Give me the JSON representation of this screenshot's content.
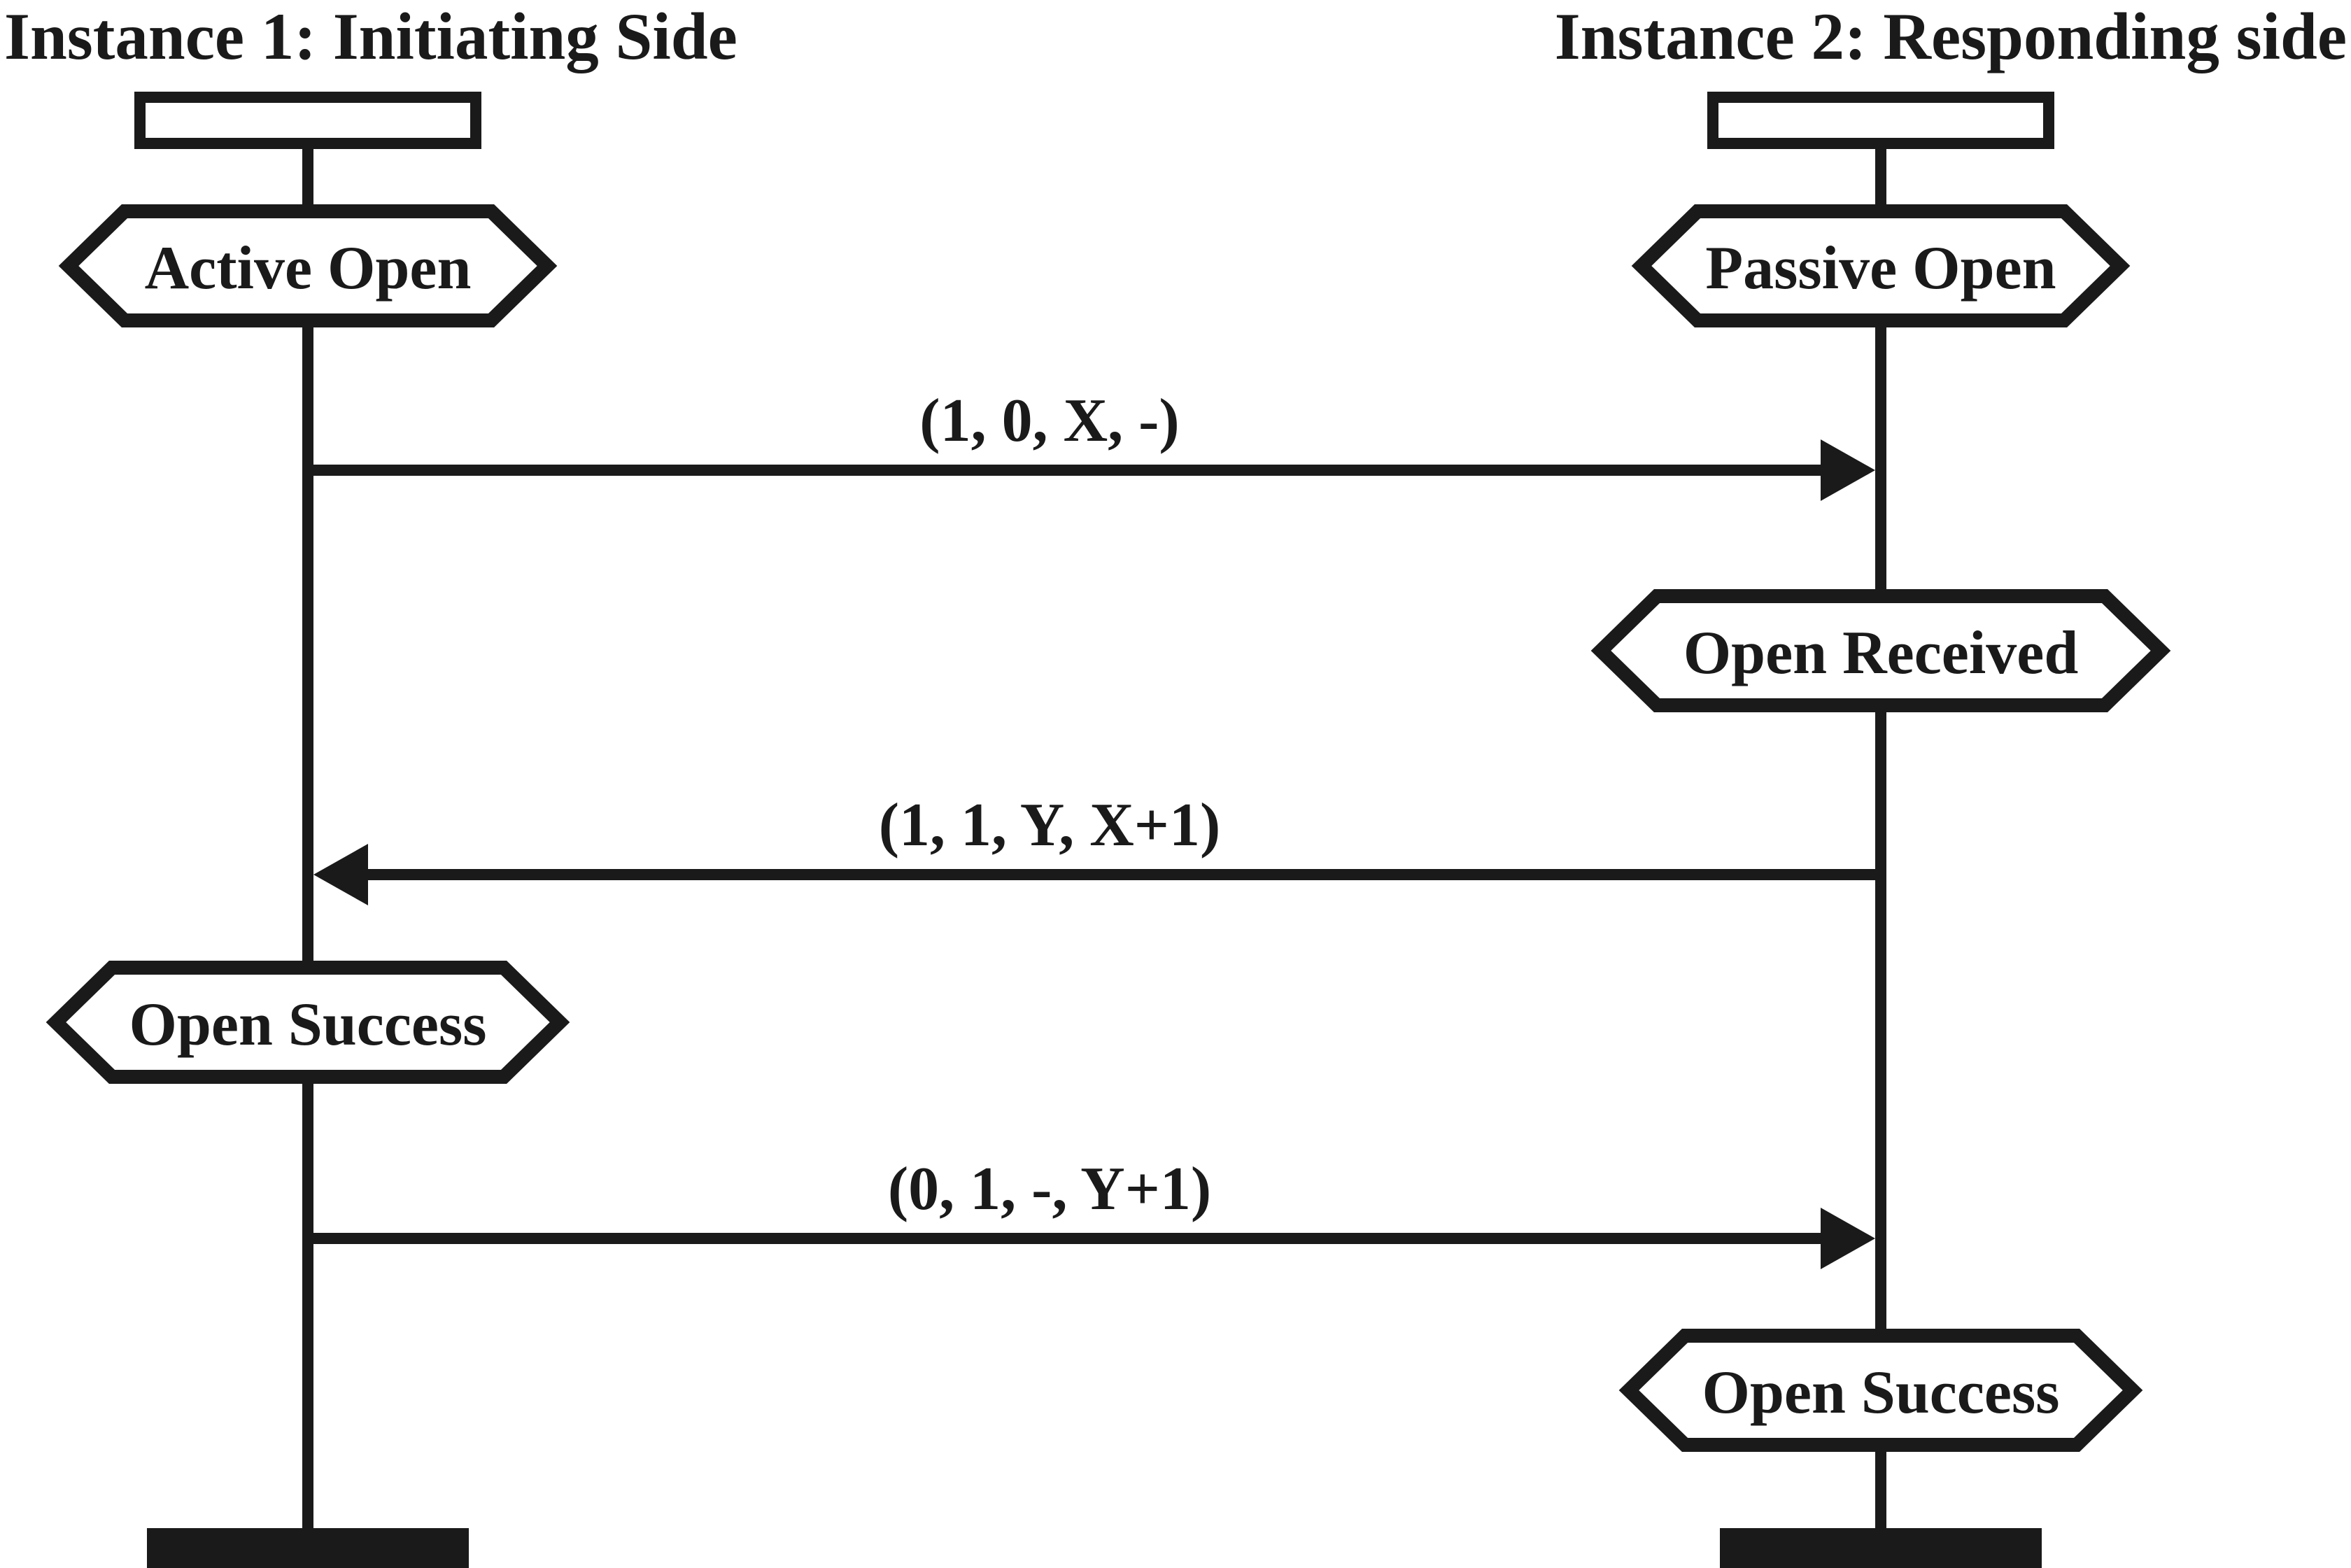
{
  "figure": {
    "type": "protocol-sequence-diagram",
    "background": "#ffffff",
    "ink": "#1a1a1a"
  },
  "lifelines": [
    {
      "title": "Instance 1: Initiating Side",
      "states": [
        "Active Open",
        "Open Success"
      ]
    },
    {
      "title": "Instance 2: Responding side",
      "states": [
        "Passive Open",
        "Open Received",
        "Open Success"
      ]
    }
  ],
  "messages": [
    {
      "label": "(1, 0, X, -)",
      "direction": "left-to-right"
    },
    {
      "label": "(1, 1, Y, X+1)",
      "direction": "right-to-left"
    },
    {
      "label": "(0, 1, -, Y+1)",
      "direction": "left-to-right"
    }
  ]
}
